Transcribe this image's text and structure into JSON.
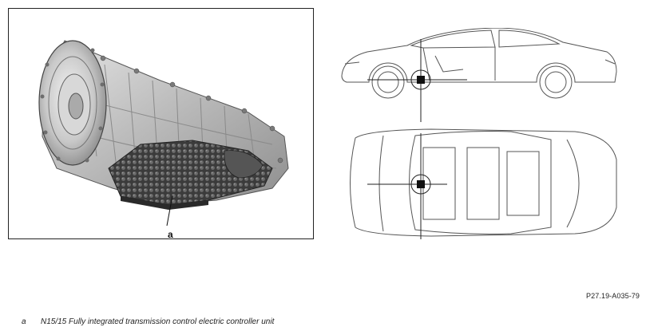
{
  "figure": {
    "callout_letter": "a",
    "reference_code": "P27.19-A035-79"
  },
  "legend": [
    {
      "key": "a",
      "description": "N15/15 Fully integrated transmission control electric controller unit"
    }
  ]
}
